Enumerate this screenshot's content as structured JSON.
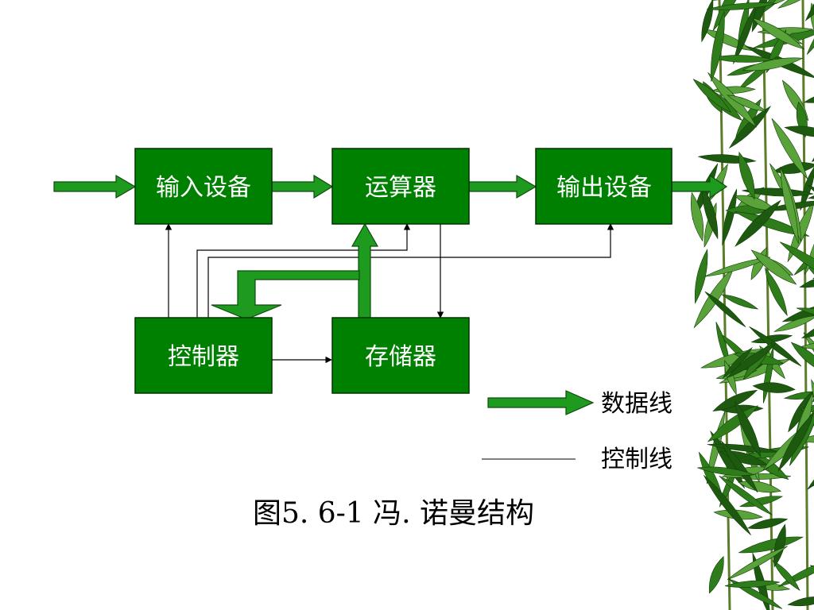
{
  "colors": {
    "box_fill": "#008000",
    "box_stroke": "#003300",
    "data_arrow_fill": "#1e9b1e",
    "data_arrow_stroke": "#0b4d0b",
    "control_line": "#000000",
    "bamboo_dark": "#1d5a10",
    "bamboo_mid": "#2f7d1a",
    "bamboo_light": "#5aa33a"
  },
  "diagram": {
    "boxes": {
      "input_device": "输入设备",
      "alu": "运算器",
      "output_device": "输出设备",
      "controller": "控制器",
      "memory": "存储器"
    },
    "connections": [
      {
        "from": "external",
        "to": "input_device",
        "kind": "data"
      },
      {
        "from": "input_device",
        "to": "alu",
        "kind": "data"
      },
      {
        "from": "alu",
        "to": "output_device",
        "kind": "data"
      },
      {
        "from": "output_device",
        "to": "external",
        "kind": "data"
      },
      {
        "from": "memory",
        "to": "alu",
        "kind": "data"
      },
      {
        "from": "memory",
        "to": "controller",
        "kind": "data"
      },
      {
        "from": "controller",
        "to": "input_device",
        "kind": "control"
      },
      {
        "from": "controller",
        "to": "alu",
        "kind": "control"
      },
      {
        "from": "controller",
        "to": "output_device",
        "kind": "control"
      },
      {
        "from": "controller",
        "to": "memory",
        "kind": "control"
      },
      {
        "from": "alu",
        "to": "memory",
        "kind": "control"
      }
    ]
  },
  "legend": {
    "data_line": "数据线",
    "control_line": "控制线"
  },
  "caption": "图5. 6-1  冯. 诺曼结构",
  "decoration": {
    "background_icon": "bamboo-leaves"
  }
}
